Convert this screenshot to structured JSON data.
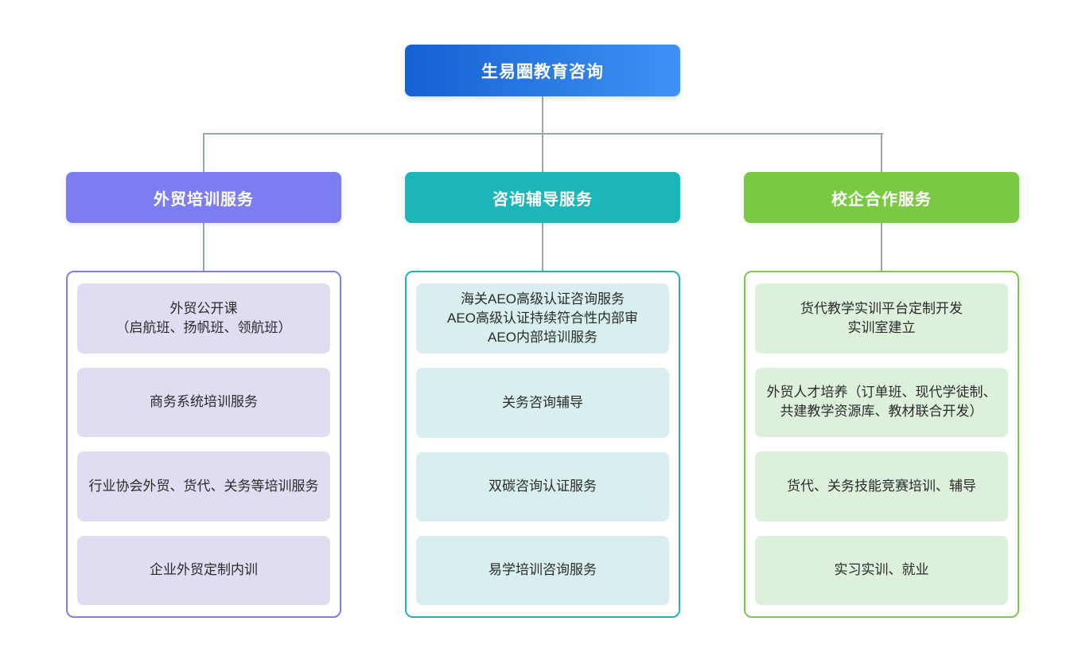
{
  "root": {
    "label": "生易圈教育咨询",
    "gradient_from": "#1461d2",
    "gradient_to": "#3f92f5"
  },
  "connector_color": "#9aa6ae",
  "columns": [
    {
      "header": "外贸培训服务",
      "header_color": "#7b7df0",
      "border_color": "#7b7df0",
      "item_bg": "#e0ddf3",
      "items": [
        "外贸公开课\n（启航班、扬帆班、领航班）",
        "商务系统培训服务",
        "行业协会外贸、货代、关务等培训服务",
        "企业外贸定制内训"
      ]
    },
    {
      "header": "咨询辅导服务",
      "header_color": "#1cb5ba",
      "border_color": "#1cb5ba",
      "item_bg": "#d9efef",
      "items": [
        "海关AEO高级认证咨询服务\nAEO高级认证持续符合性内部审\nAEO内部培训服务",
        "关务咨询辅导",
        "双碳咨询认证服务",
        "易学培训咨询服务"
      ]
    },
    {
      "header": "校企合作服务",
      "header_color": "#7ac943",
      "border_color": "#7ac943",
      "item_bg": "#dcf0dc",
      "items": [
        "货代教学实训平台定制开发\n实训室建立",
        "外贸人才培养（订单班、现代学徒制、共建教学资源库、教材联合开发）",
        "货代、关务技能竞赛培训、辅导",
        "实习实训、就业"
      ]
    }
  ]
}
